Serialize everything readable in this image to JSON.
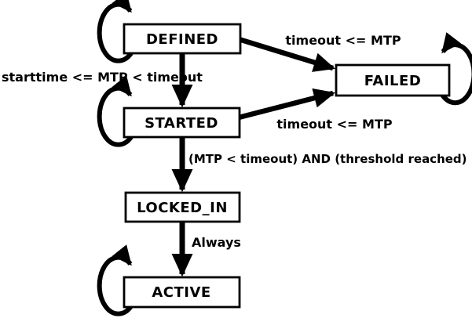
{
  "diagram": {
    "type": "state-machine",
    "background_color": "#ffffff",
    "ink_color": "#000000",
    "states": [
      {
        "id": "defined",
        "label": "DEFINED",
        "self_loop": true
      },
      {
        "id": "failed",
        "label": "FAILED",
        "self_loop": true
      },
      {
        "id": "started",
        "label": "STARTED",
        "self_loop": true
      },
      {
        "id": "locked_in",
        "label": "LOCKED_IN",
        "self_loop": false
      },
      {
        "id": "active",
        "label": "ACTIVE",
        "self_loop": true
      }
    ],
    "transitions": [
      {
        "from": "DEFINED",
        "to": "STARTED",
        "label": "starttime <= MTP < timeout"
      },
      {
        "from": "DEFINED",
        "to": "FAILED",
        "label": "timeout <= MTP"
      },
      {
        "from": "STARTED",
        "to": "FAILED",
        "label": "timeout <= MTP"
      },
      {
        "from": "STARTED",
        "to": "LOCKED_IN",
        "label": "(MTP < timeout) AND (threshold reached)"
      },
      {
        "from": "LOCKED_IN",
        "to": "ACTIVE",
        "label": "Always"
      }
    ]
  }
}
